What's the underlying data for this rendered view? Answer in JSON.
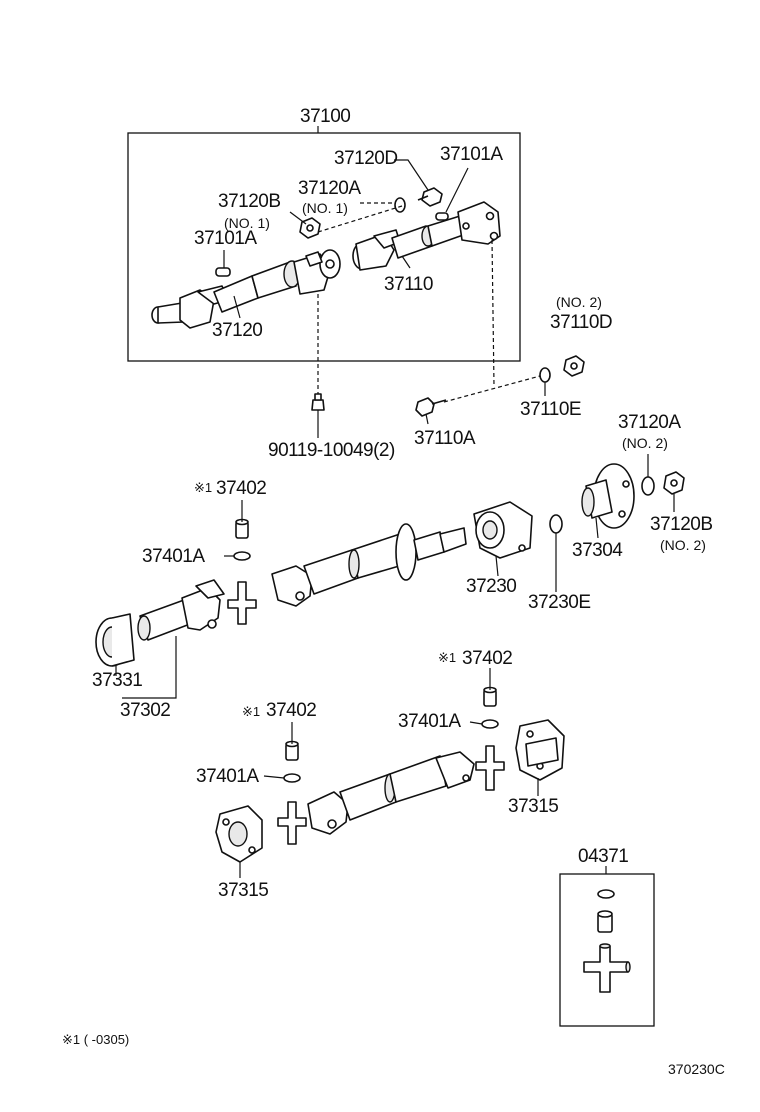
{
  "labels": {
    "assy_37100": "37100",
    "p_37120D": "37120D",
    "p_37101A_top": "37101A",
    "p_37120B": "37120B",
    "p_37120A": "37120A",
    "no1_a": "(NO. 1)",
    "no1_b": "(NO. 1)",
    "p_37101A_left": "37101A",
    "p_37110": "37110",
    "p_37120": "37120",
    "no2_a": "(NO. 2)",
    "p_37110D": "37110D",
    "p_37110E": "37110E",
    "p_37110A": "37110A",
    "p_90119": "90119-10049(2)",
    "p_37120A_r": "37120A",
    "no2_b": "(NO. 2)",
    "p_37120B_r": "37120B",
    "no2_c": "(NO. 2)",
    "mark_1": "※1",
    "p_37402_a": "37402",
    "p_37401A_a": "37401A",
    "p_37230": "37230",
    "p_37230E": "37230E",
    "p_37304": "37304",
    "p_37331": "37331",
    "p_37302": "37302",
    "mark_2": "※1",
    "p_37402_b": "37402",
    "p_37401A_b": "37401A",
    "mark_3": "※1",
    "p_37402_c": "37402",
    "p_37401A_c": "37401A",
    "p_37315_r": "37315",
    "p_37315_l": "37315",
    "kit_04371": "04371",
    "footnote": "※1 (      -0305)",
    "figure_code": "370230C"
  }
}
